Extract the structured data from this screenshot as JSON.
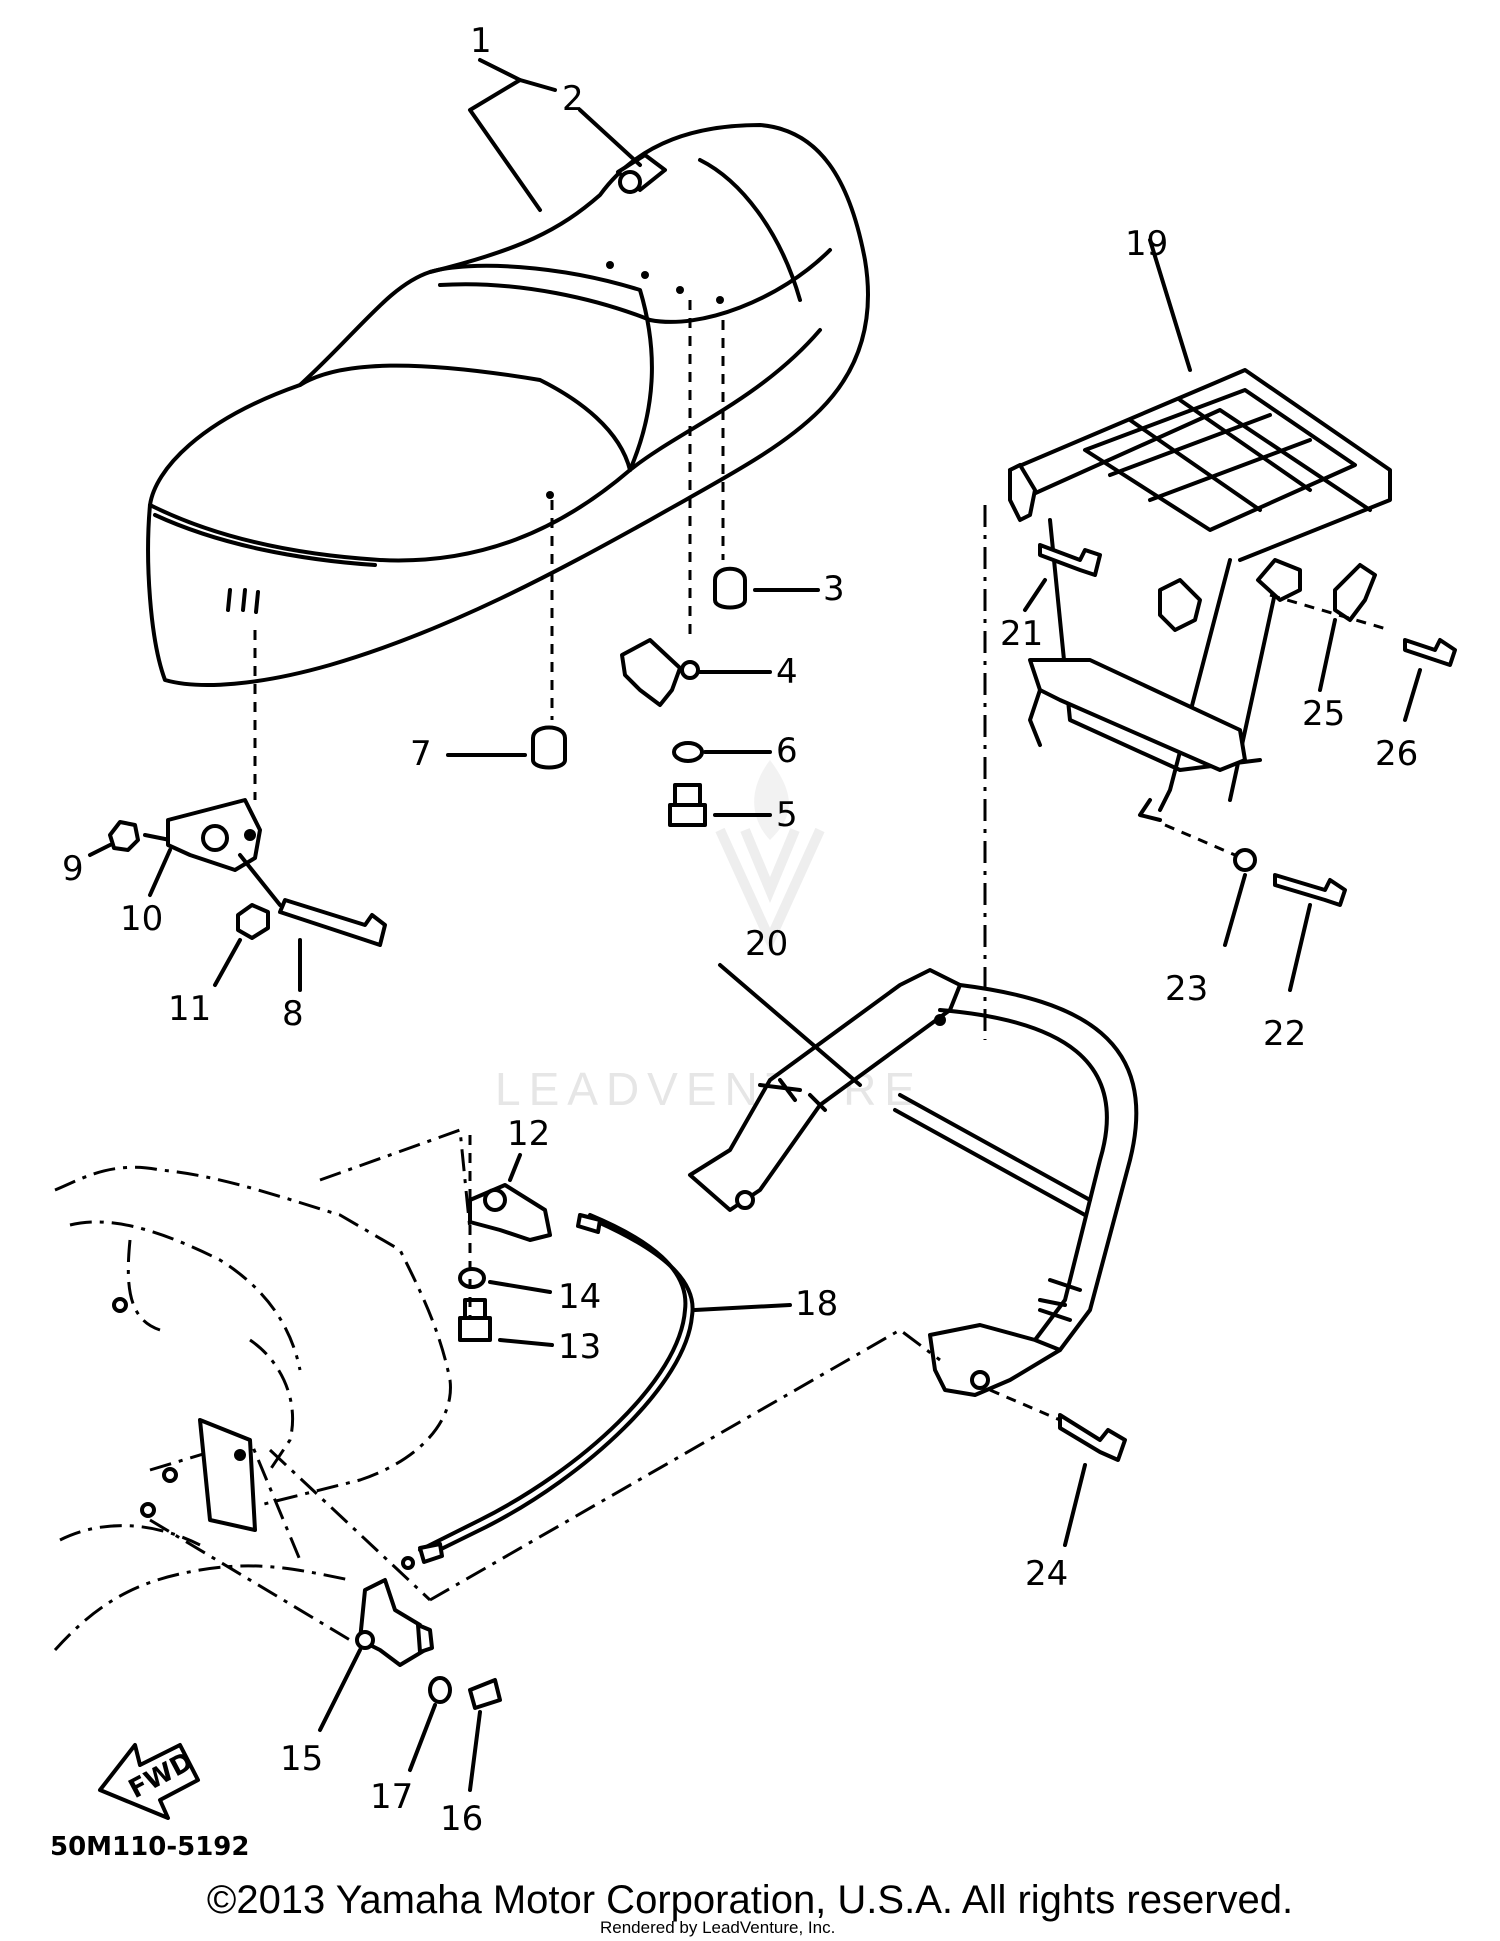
{
  "diagram": {
    "callouts": [
      "1",
      "2",
      "3",
      "4",
      "5",
      "6",
      "7",
      "8",
      "9",
      "10",
      "11",
      "12",
      "13",
      "14",
      "15",
      "16",
      "17",
      "18",
      "19",
      "20",
      "21",
      "22",
      "23",
      "24",
      "25",
      "26"
    ],
    "drawing_code": "50M110-5192",
    "direction_arrow": "FWD",
    "watermark": "LEADVENTURE",
    "copyright": "©2013 Yamaha Motor Corporation, U.S.A. All rights reserved.",
    "rendered_by": "Rendered by LeadVenture, Inc."
  }
}
